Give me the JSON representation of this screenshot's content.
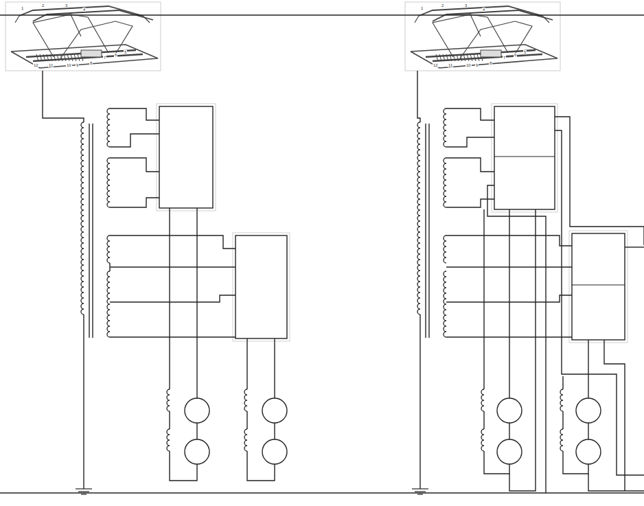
{
  "diagram": {
    "labels": [
      "1",
      "2",
      "3",
      "4",
      "5",
      "6",
      "7",
      "8",
      "9",
      "10",
      "11",
      "12",
      "1",
      "2",
      "3",
      "4",
      "5",
      "6",
      "7",
      "8",
      "9",
      "10",
      "11",
      "12"
    ]
  }
}
